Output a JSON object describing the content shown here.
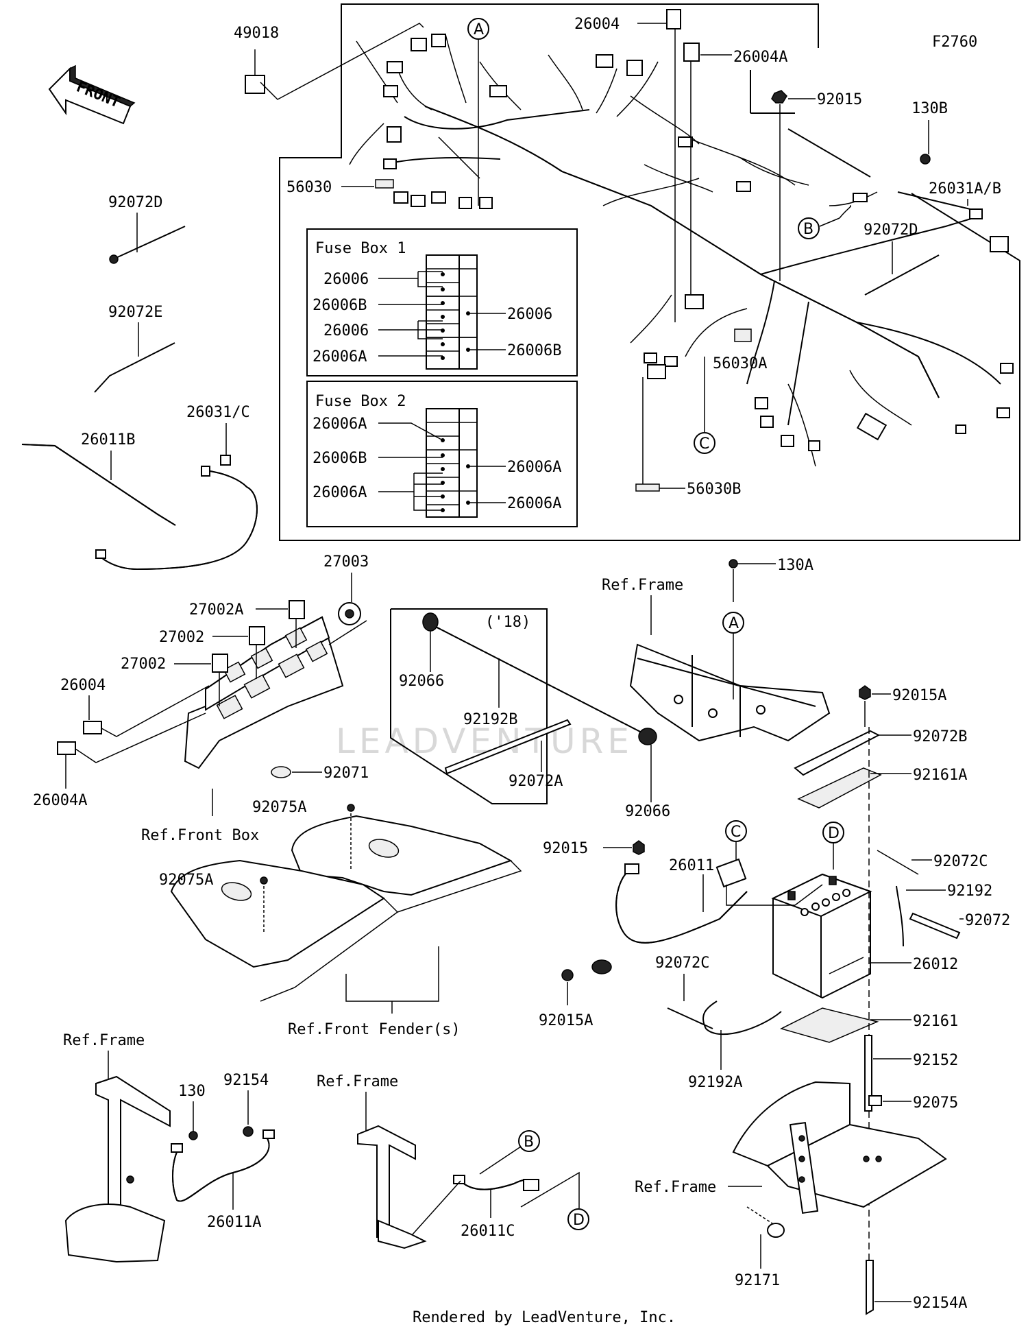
{
  "figure_code": "F2760",
  "front_arrow_label": "FRONT",
  "watermark": "LEADVENTURE",
  "footer": "Rendered by LeadVenture, Inc.",
  "fuse_box_1": {
    "title": "Fuse Box 1",
    "left_labels": [
      "26006",
      "26006B",
      "26006",
      "26006A"
    ],
    "right_labels": [
      "26006",
      "26006B"
    ]
  },
  "fuse_box_2": {
    "title": "Fuse Box 2",
    "left_labels": [
      "26006A",
      "26006B",
      "26006A"
    ],
    "right_labels": [
      "26006A",
      "26006A"
    ]
  },
  "year_note": "('18)",
  "callout_letters": [
    "A",
    "B",
    "C",
    "D"
  ],
  "part_labels": {
    "p49018": "49018",
    "p26004_top": "26004",
    "p26004A_top": "26004A",
    "p92015_top": "92015",
    "p130B": "130B",
    "p26031AB": "26031A/B",
    "p92072D_right": "92072D",
    "p56030": "56030",
    "p56030A": "56030A",
    "p56030B": "56030B",
    "p92072D_left": "92072D",
    "p92072E": "92072E",
    "p26031C": "26031/C",
    "p26011B": "26011B",
    "p27003": "27003",
    "p27002A": "27002A",
    "p27002_a": "27002",
    "p27002_b": "27002",
    "p26004_left": "26004",
    "p26004A_left": "26004A",
    "p92071": "92071",
    "ref_front_box": "Ref.Front Box",
    "p92075A_a": "92075A",
    "p92075A_b": "92075A",
    "ref_front_fender": "Ref.Front Fender(s)",
    "p92066_a": "92066",
    "p92192B": "92192B",
    "p92072A": "92072A",
    "p92066_b": "92066",
    "ref_frame_mid": "Ref.Frame",
    "p130A": "130A",
    "p92015A_right": "92015A",
    "p92072B": "92072B",
    "p92161A": "92161A",
    "p92072C_right": "92072C",
    "p92192": "92192",
    "p92072": "92072",
    "p26012": "26012",
    "p92015_mid": "92015",
    "p26011": "26011",
    "p92015A_mid": "92015A",
    "p92072C_mid": "92072C",
    "p92161": "92161",
    "p92192A": "92192A",
    "p92152": "92152",
    "p92075": "92075",
    "ref_frame_br": "Ref.Frame",
    "p92171": "92171",
    "p92154A": "92154A",
    "ref_frame_bl": "Ref.Frame",
    "p130": "130",
    "p92154": "92154",
    "p26011A": "26011A",
    "ref_frame_bm": "Ref.Frame",
    "p26011C": "26011C"
  }
}
